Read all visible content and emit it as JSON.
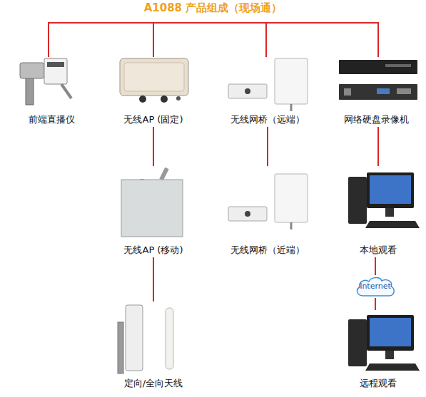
{
  "diagram": {
    "title": "A1088 产品组成（现场通）",
    "nodes": [
      {
        "text": [
          "前端直播仪"
        ]
      },
      {
        "text": [
          "无线AP (固定)"
        ]
      },
      {
        "text": [
          "无线网桥（远端）"
        ]
      },
      {
        "text": [
          "网络硬盘录像机"
        ]
      },
      {
        "text": [
          "无线AP (移动)"
        ]
      },
      {
        "text": [
          "无线网桥（近端）"
        ]
      },
      {
        "text": [
          "本地观看"
        ]
      },
      {
        "text": [
          "Internet"
        ]
      },
      {
        "text": [
          "定向/全向天线"
        ]
      },
      {
        "text": [
          "远程观看"
        ]
      }
    ],
    "edges": [
      {
        "from": 1,
        "to": 4,
        "arrow": "none"
      },
      {
        "from": 4,
        "to": 8,
        "arrow": "none"
      },
      {
        "from": 2,
        "to": 5,
        "arrow": "none"
      },
      {
        "from": 3,
        "to": 6,
        "arrow": "none"
      },
      {
        "from": 6,
        "to": 7,
        "arrow": "none"
      },
      {
        "from": 7,
        "to": 9,
        "arrow": "none"
      }
    ]
  }
}
